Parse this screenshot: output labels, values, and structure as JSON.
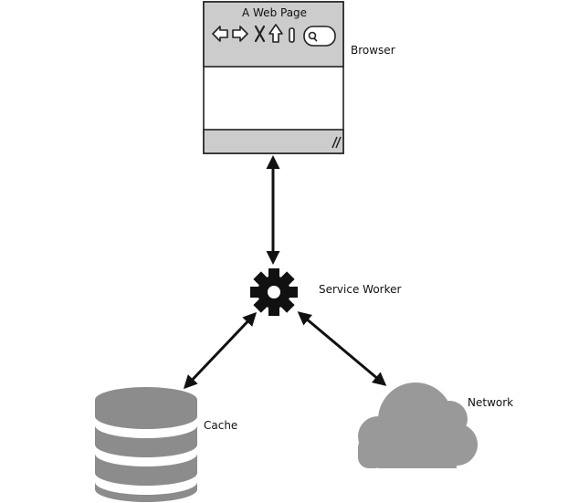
{
  "browser": {
    "page_title": "A Web Page",
    "label": "Browser",
    "fill_color": "#cccccc",
    "body_color": "#ffffff"
  },
  "service_worker": {
    "label": "Service Worker",
    "icon": "gear-icon",
    "color": "#111111"
  },
  "cache": {
    "label": "Cache",
    "icon": "database-icon",
    "color": "#8c8c8c"
  },
  "network": {
    "label": "Network",
    "icon": "cloud-icon",
    "color": "#999999"
  }
}
